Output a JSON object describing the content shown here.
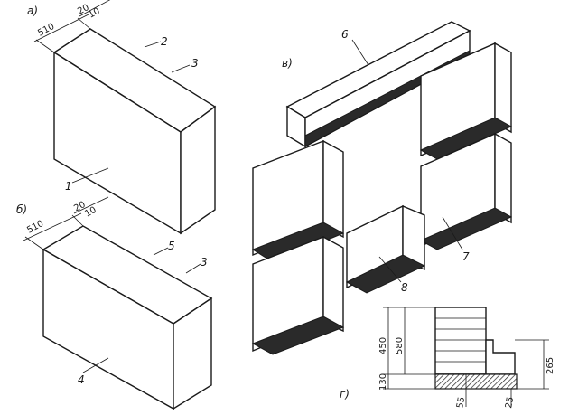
{
  "figure": {
    "panel_a": "а)",
    "panel_b": "б)",
    "panel_v": "в)",
    "panel_g": "г)"
  },
  "wall_a": {
    "dim_thickness": "510",
    "dim_20": "20",
    "dim_10": "10",
    "callout_1": "1",
    "callout_2": "2",
    "callout_3": "3"
  },
  "wall_b": {
    "dim_thickness": "510",
    "dim_20": "20",
    "dim_10": "10",
    "callout_3": "3",
    "callout_4": "4",
    "callout_5": "5"
  },
  "blocks_v": {
    "callout_6": "6",
    "callout_7": "7",
    "callout_8": "8"
  },
  "section_g": {
    "dim_450": "450",
    "dim_580": "580",
    "dim_130": "130",
    "dim_265": "265",
    "dim_55": "55",
    "dim_25": "25"
  }
}
